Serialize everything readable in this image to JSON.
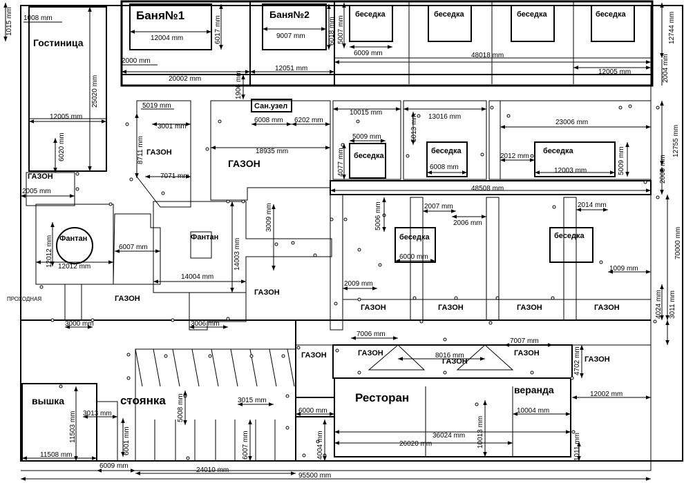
{
  "labels": {
    "hotel": "Гостиница",
    "bath1": "Баня№1",
    "bath2": "Баня№2",
    "gazebo": "беседка",
    "lawn": "ГАЗОН",
    "wc": "Сан.узел",
    "fountain": "Фантан",
    "tower": "вышка",
    "parking": "стоянка",
    "restaurant": "Ресторан",
    "veranda": "веранда",
    "checkpoint": "ПРОХОДНАЯ"
  },
  "dims": {
    "d1015": "1015 mm",
    "d1008": "1008 mm",
    "d12004": "12004 mm",
    "d6017": "6017 mm",
    "d9007": "9007 mm",
    "d6018": "6018 mm",
    "d5007": "5007 mm",
    "d6009a": "6009 mm",
    "d12744": "12744 mm",
    "d48018": "48018 mm",
    "d2000": "2000 mm",
    "d20002": "20002 mm",
    "d12051": "12051 mm",
    "d12005a": "12005 mm",
    "d2004a": "2004 mm",
    "d25020": "25020 mm",
    "d1906": "1906 mm",
    "d12005b": "12005 mm",
    "d5019": "5019 mm",
    "d3001": "3001 mm",
    "d8711": "8711 mm",
    "d6008a": "6008 mm",
    "d6202": "6202 mm",
    "d10015": "10015 mm",
    "d13016": "13016 mm",
    "d23006": "23006 mm",
    "d12755": "12755 mm",
    "d5013": "5013 mm",
    "d5009a": "5009 mm",
    "d4077": "4077 mm",
    "d6008b": "6008 mm",
    "d2012a": "2012 mm",
    "d12003": "12003 mm",
    "d5009b": "5009 mm",
    "d2003": "2003 mm",
    "d18935": "18935 mm",
    "d6020": "6020 mm",
    "d7071": "7071 mm",
    "d2005": "2005 mm",
    "d48508": "48508 mm",
    "d2007a": "2007 mm",
    "d2014": "2014 mm",
    "d2006": "2006 mm",
    "d5006": "5006 mm",
    "d3009": "3009 mm",
    "d14003": "14003 mm",
    "d12012a": "12012 mm",
    "d12012b": "12012 mm",
    "d6007a": "6007 mm",
    "d6000a": "6000 mm",
    "d70000": "70000 mm",
    "d1009": "1009 mm",
    "d14004": "14004 mm",
    "d2009": "2009 mm",
    "d4024": "4024 mm",
    "d3011": "3011 mm",
    "d3000": "3000 mm",
    "d3006": "3006 mm",
    "d7006": "7006 mm",
    "d7007": "7007 mm",
    "d8016": "8016 mm",
    "d4702": "4702 mm",
    "d3015": "3015 mm",
    "d12002": "12002 mm",
    "d11503": "11503 mm",
    "d3013": "3013 mm",
    "d5008": "5008 mm",
    "d6001": "6001 mm",
    "d6000b": "6000 mm",
    "d10004": "10004 mm",
    "d10013": "10013 mm",
    "d36024": "36024 mm",
    "d6007b": "6007 mm",
    "d4004": "4004 mm",
    "d26020": "26020 mm",
    "d11508": "11508 mm",
    "d1011": "1011 mm",
    "d6009b": "6009 mm",
    "d24010": "24010 mm",
    "d95500": "95500 mm"
  }
}
